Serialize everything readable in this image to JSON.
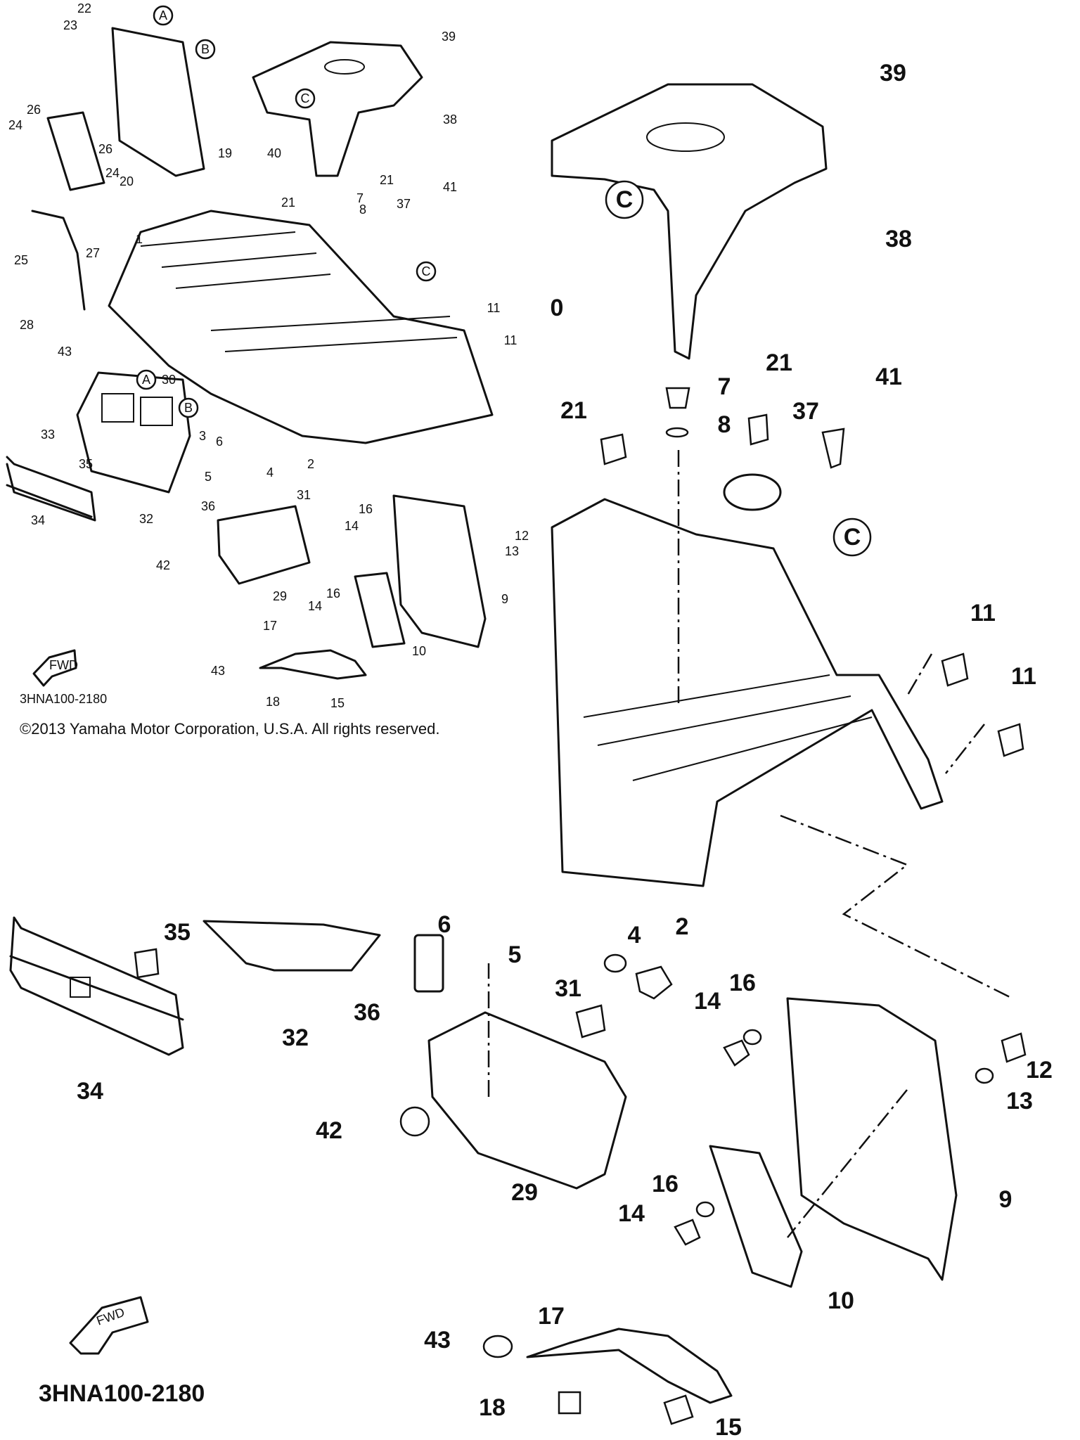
{
  "diagram_code": "3HNA100-2180",
  "fwd_label": "FWD",
  "copyright": "©2013 Yamaha Motor Corporation, U.S.A. All rights reserved.",
  "small_view": {
    "callouts": [
      "22",
      "23",
      "A",
      "B",
      "24",
      "26",
      "26",
      "24",
      "19",
      "20",
      "25",
      "27",
      "28",
      "43",
      "1",
      "39",
      "C",
      "38",
      "40",
      "21",
      "7",
      "8",
      "21",
      "37",
      "41",
      "C",
      "11",
      "11",
      "A",
      "30",
      "B",
      "33",
      "35",
      "3",
      "6",
      "5",
      "4",
      "2",
      "36",
      "34",
      "32",
      "31",
      "14",
      "16",
      "12",
      "13",
      "42",
      "29",
      "9",
      "16",
      "14",
      "10",
      "17",
      "43",
      "18",
      "15"
    ]
  },
  "zoom_top": {
    "callouts": [
      "39",
      "C",
      "38",
      "0",
      "21",
      "7",
      "8",
      "21",
      "37",
      "41",
      "C",
      "11",
      "11"
    ]
  },
  "zoom_bottom": {
    "callouts": [
      "35",
      "6",
      "5",
      "4",
      "2",
      "32",
      "36",
      "34",
      "31",
      "14",
      "16",
      "12",
      "13",
      "42",
      "29",
      "9",
      "16",
      "14",
      "10",
      "17",
      "43",
      "18",
      "15"
    ]
  }
}
